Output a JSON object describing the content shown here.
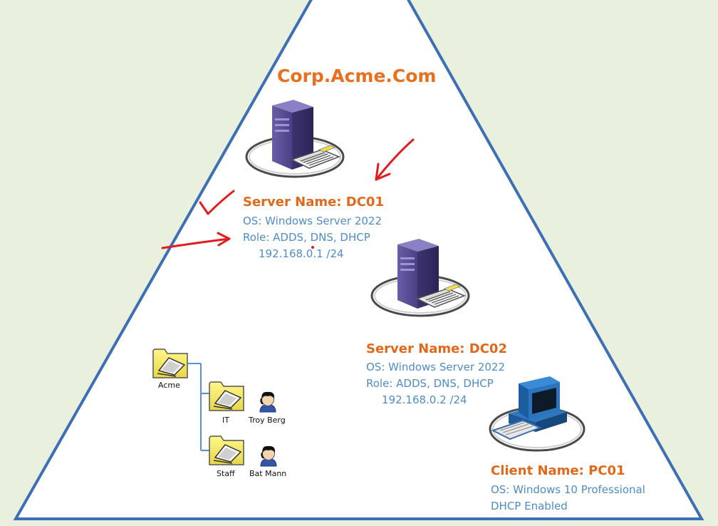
{
  "domain_title": "Corp.Acme.Com",
  "dc01": {
    "name": "Server Name: DC01",
    "os": "OS: Windows Server 2022",
    "role": "Role: ADDS, DNS, DHCP",
    "ip": "192.168.0.1 /24"
  },
  "dc02": {
    "name": "Server Name: DC02",
    "os": "OS: Windows Server 2022",
    "role": "Role: ADDS, DNS, DHCP",
    "ip": "192.168.0.2 /24"
  },
  "pc01": {
    "name": "Client Name: PC01",
    "os": "OS: Windows 10 Professional",
    "dhcp": "DHCP Enabled"
  },
  "ou_tree": {
    "root": "Acme",
    "children": [
      {
        "ou": "IT",
        "user": "Troy Berg"
      },
      {
        "ou": "Staff",
        "user": "Bat Mann"
      }
    ]
  },
  "colors": {
    "background": "#e9f0de",
    "triangle_fill": "#ffffff",
    "triangle_stroke": "#3c6fb6",
    "label_orange": "#e0681a",
    "label_blue": "#4f8cc6",
    "annotation_red": "#e01c1c"
  }
}
